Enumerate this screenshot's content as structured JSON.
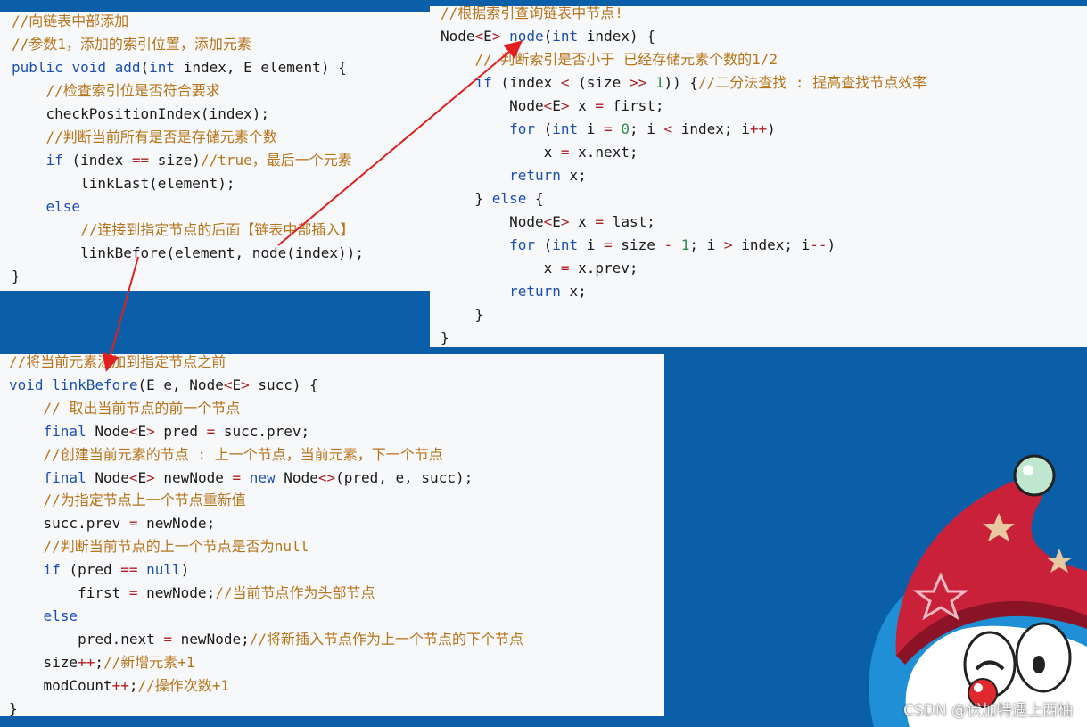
{
  "panels": {
    "add": {
      "lines": [
        [
          {
            "t": "//向链表中部添加",
            "c": "cm"
          }
        ],
        [
          {
            "t": "//参数1，添加的索引位置，添加元素",
            "c": "cm"
          }
        ],
        [
          {
            "t": "public ",
            "c": "kw"
          },
          {
            "t": "void ",
            "c": "kw"
          },
          {
            "t": "add",
            "c": "fn"
          },
          {
            "t": "(",
            "c": "tx"
          },
          {
            "t": "int ",
            "c": "kw"
          },
          {
            "t": "index, E element) {",
            "c": "tx"
          }
        ],
        [
          {
            "t": "    //检查索引位是否符合要求",
            "c": "cm"
          }
        ],
        [
          {
            "t": "    checkPositionIndex(index);",
            "c": "tx"
          }
        ],
        [
          {
            "t": "    //判断当前所有是否是存储元素个数",
            "c": "cm"
          }
        ],
        [
          {
            "t": "    ",
            "c": "tx"
          },
          {
            "t": "if ",
            "c": "kw"
          },
          {
            "t": "(index ",
            "c": "tx"
          },
          {
            "t": "==",
            "c": "op"
          },
          {
            "t": " size)",
            "c": "tx"
          },
          {
            "t": "//true，最后一个元素",
            "c": "cm"
          }
        ],
        [
          {
            "t": "        linkLast(element);",
            "c": "tx"
          }
        ],
        [
          {
            "t": "    ",
            "c": "tx"
          },
          {
            "t": "else",
            "c": "kw"
          }
        ],
        [
          {
            "t": "        //连接到指定节点的后面【链表中部插入】",
            "c": "cm"
          }
        ],
        [
          {
            "t": "        linkBefore(element, node(index));",
            "c": "tx"
          }
        ],
        [
          {
            "t": "}",
            "c": "tx"
          }
        ]
      ]
    },
    "node": {
      "lines": [
        [
          {
            "t": "//根据索引查询链表中节点!",
            "c": "cm"
          }
        ],
        [
          {
            "t": "Node",
            "c": "tx"
          },
          {
            "t": "<",
            "c": "op"
          },
          {
            "t": "E",
            "c": "tx"
          },
          {
            "t": ">",
            "c": "op"
          },
          {
            "t": " ",
            "c": "tx"
          },
          {
            "t": "node",
            "c": "fn"
          },
          {
            "t": "(",
            "c": "tx"
          },
          {
            "t": "int ",
            "c": "kw"
          },
          {
            "t": "index) {",
            "c": "tx"
          }
        ],
        [
          {
            "t": "    // 判断索引是否小于 已经存储元素个数的1/2",
            "c": "cm"
          }
        ],
        [
          {
            "t": "    ",
            "c": "tx"
          },
          {
            "t": "if ",
            "c": "kw"
          },
          {
            "t": "(index ",
            "c": "tx"
          },
          {
            "t": "<",
            "c": "op"
          },
          {
            "t": " (size ",
            "c": "tx"
          },
          {
            "t": ">>",
            "c": "op"
          },
          {
            "t": " ",
            "c": "tx"
          },
          {
            "t": "1",
            "c": "num"
          },
          {
            "t": ")) {",
            "c": "tx"
          },
          {
            "t": "//二分法查找 : 提高查找节点效率",
            "c": "cm"
          }
        ],
        [
          {
            "t": "        Node",
            "c": "tx"
          },
          {
            "t": "<",
            "c": "op"
          },
          {
            "t": "E",
            "c": "tx"
          },
          {
            "t": ">",
            "c": "op"
          },
          {
            "t": " x ",
            "c": "tx"
          },
          {
            "t": "=",
            "c": "op"
          },
          {
            "t": " first;",
            "c": "tx"
          }
        ],
        [
          {
            "t": "        ",
            "c": "tx"
          },
          {
            "t": "for ",
            "c": "kw"
          },
          {
            "t": "(",
            "c": "tx"
          },
          {
            "t": "int ",
            "c": "kw"
          },
          {
            "t": "i ",
            "c": "tx"
          },
          {
            "t": "=",
            "c": "op"
          },
          {
            "t": " ",
            "c": "tx"
          },
          {
            "t": "0",
            "c": "num"
          },
          {
            "t": "; i ",
            "c": "tx"
          },
          {
            "t": "<",
            "c": "op"
          },
          {
            "t": " index; i",
            "c": "tx"
          },
          {
            "t": "++",
            "c": "op"
          },
          {
            "t": ")",
            "c": "tx"
          }
        ],
        [
          {
            "t": "            x ",
            "c": "tx"
          },
          {
            "t": "=",
            "c": "op"
          },
          {
            "t": " x.next;",
            "c": "tx"
          }
        ],
        [
          {
            "t": "        ",
            "c": "tx"
          },
          {
            "t": "return ",
            "c": "kw"
          },
          {
            "t": "x;",
            "c": "tx"
          }
        ],
        [
          {
            "t": "    } ",
            "c": "tx"
          },
          {
            "t": "else ",
            "c": "kw"
          },
          {
            "t": "{",
            "c": "tx"
          }
        ],
        [
          {
            "t": "        Node",
            "c": "tx"
          },
          {
            "t": "<",
            "c": "op"
          },
          {
            "t": "E",
            "c": "tx"
          },
          {
            "t": ">",
            "c": "op"
          },
          {
            "t": " x ",
            "c": "tx"
          },
          {
            "t": "=",
            "c": "op"
          },
          {
            "t": " last;",
            "c": "tx"
          }
        ],
        [
          {
            "t": "        ",
            "c": "tx"
          },
          {
            "t": "for ",
            "c": "kw"
          },
          {
            "t": "(",
            "c": "tx"
          },
          {
            "t": "int ",
            "c": "kw"
          },
          {
            "t": "i ",
            "c": "tx"
          },
          {
            "t": "=",
            "c": "op"
          },
          {
            "t": " size ",
            "c": "tx"
          },
          {
            "t": "-",
            "c": "op"
          },
          {
            "t": " ",
            "c": "tx"
          },
          {
            "t": "1",
            "c": "num"
          },
          {
            "t": "; i ",
            "c": "tx"
          },
          {
            "t": ">",
            "c": "op"
          },
          {
            "t": " index; i",
            "c": "tx"
          },
          {
            "t": "--",
            "c": "op"
          },
          {
            "t": ")",
            "c": "tx"
          }
        ],
        [
          {
            "t": "            x ",
            "c": "tx"
          },
          {
            "t": "=",
            "c": "op"
          },
          {
            "t": " x.prev;",
            "c": "tx"
          }
        ],
        [
          {
            "t": "        ",
            "c": "tx"
          },
          {
            "t": "return ",
            "c": "kw"
          },
          {
            "t": "x;",
            "c": "tx"
          }
        ],
        [
          {
            "t": "    }",
            "c": "tx"
          }
        ],
        [
          {
            "t": "}",
            "c": "tx"
          }
        ]
      ]
    },
    "before": {
      "lines": [
        [
          {
            "t": "//将当前元素添加到指定节点之前",
            "c": "cm"
          }
        ],
        [
          {
            "t": "void ",
            "c": "kw"
          },
          {
            "t": "linkBefore",
            "c": "fn"
          },
          {
            "t": "(E e, Node",
            "c": "tx"
          },
          {
            "t": "<",
            "c": "op"
          },
          {
            "t": "E",
            "c": "tx"
          },
          {
            "t": ">",
            "c": "op"
          },
          {
            "t": " succ) {",
            "c": "tx"
          }
        ],
        [
          {
            "t": "    // 取出当前节点的前一个节点",
            "c": "cm"
          }
        ],
        [
          {
            "t": "    ",
            "c": "tx"
          },
          {
            "t": "final ",
            "c": "kw"
          },
          {
            "t": "Node",
            "c": "tx"
          },
          {
            "t": "<",
            "c": "op"
          },
          {
            "t": "E",
            "c": "tx"
          },
          {
            "t": ">",
            "c": "op"
          },
          {
            "t": " pred ",
            "c": "tx"
          },
          {
            "t": "=",
            "c": "op"
          },
          {
            "t": " succ.prev;",
            "c": "tx"
          }
        ],
        [
          {
            "t": "    //创建当前元素的节点 : 上一个节点，当前元素，下一个节点",
            "c": "cm"
          }
        ],
        [
          {
            "t": "    ",
            "c": "tx"
          },
          {
            "t": "final ",
            "c": "kw"
          },
          {
            "t": "Node",
            "c": "tx"
          },
          {
            "t": "<",
            "c": "op"
          },
          {
            "t": "E",
            "c": "tx"
          },
          {
            "t": ">",
            "c": "op"
          },
          {
            "t": " newNode ",
            "c": "tx"
          },
          {
            "t": "=",
            "c": "op"
          },
          {
            "t": " ",
            "c": "tx"
          },
          {
            "t": "new ",
            "c": "kw"
          },
          {
            "t": "Node",
            "c": "tx"
          },
          {
            "t": "<>",
            "c": "op"
          },
          {
            "t": "(pred, e, succ);",
            "c": "tx"
          }
        ],
        [
          {
            "t": "    //为指定节点上一个节点重新值",
            "c": "cm"
          }
        ],
        [
          {
            "t": "    succ.prev ",
            "c": "tx"
          },
          {
            "t": "=",
            "c": "op"
          },
          {
            "t": " newNode;",
            "c": "tx"
          }
        ],
        [
          {
            "t": "    //判断当前节点的上一个节点是否为null",
            "c": "cm"
          }
        ],
        [
          {
            "t": "    ",
            "c": "tx"
          },
          {
            "t": "if ",
            "c": "kw"
          },
          {
            "t": "(pred ",
            "c": "tx"
          },
          {
            "t": "==",
            "c": "op"
          },
          {
            "t": " ",
            "c": "tx"
          },
          {
            "t": "null",
            "c": "kw"
          },
          {
            "t": ")",
            "c": "tx"
          }
        ],
        [
          {
            "t": "        first ",
            "c": "tx"
          },
          {
            "t": "=",
            "c": "op"
          },
          {
            "t": " newNode;",
            "c": "tx"
          },
          {
            "t": "//当前节点作为头部节点",
            "c": "cm"
          }
        ],
        [
          {
            "t": "    ",
            "c": "tx"
          },
          {
            "t": "else",
            "c": "kw"
          }
        ],
        [
          {
            "t": "        pred.next ",
            "c": "tx"
          },
          {
            "t": "=",
            "c": "op"
          },
          {
            "t": " newNode;",
            "c": "tx"
          },
          {
            "t": "//将新插入节点作为上一个节点的下个节点",
            "c": "cm"
          }
        ],
        [
          {
            "t": "    size",
            "c": "tx"
          },
          {
            "t": "++",
            "c": "op"
          },
          {
            "t": ";",
            "c": "tx"
          },
          {
            "t": "//新增元素+1",
            "c": "cm"
          }
        ],
        [
          {
            "t": "    modCount",
            "c": "tx"
          },
          {
            "t": "++",
            "c": "op"
          },
          {
            "t": ";",
            "c": "tx"
          },
          {
            "t": "//操作次数+1",
            "c": "cm"
          }
        ],
        [
          {
            "t": "}",
            "c": "tx"
          }
        ]
      ]
    }
  },
  "watermark": "CSDN @伏加特遇上西柚",
  "colors": {
    "background": "#0b5fa8",
    "panel": "#f7f8fa",
    "comment": "#b8741a",
    "keyword": "#1a4fb5",
    "number": "#2d8a4a",
    "operator": "#b02020",
    "arrow": "#e02020"
  },
  "decor": {
    "mascot": "doraemon-santa-hat-icon"
  }
}
